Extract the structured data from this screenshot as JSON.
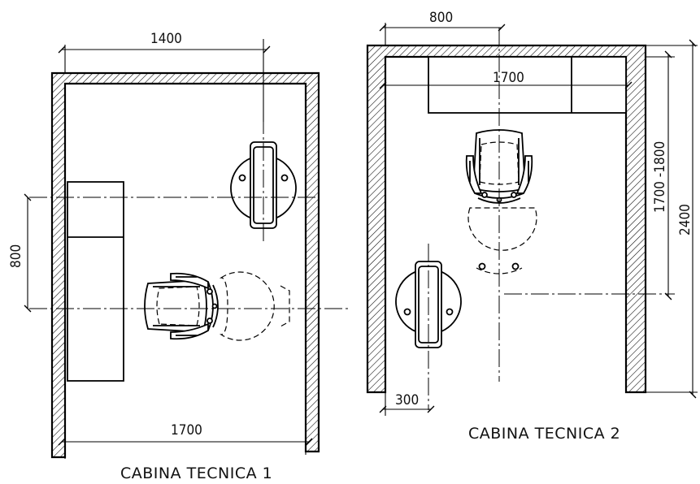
{
  "cabin1": {
    "title": "CABINA TECNICA 1",
    "dim_top": "1400",
    "dim_left": "800",
    "dim_bottom": "1700"
  },
  "cabin2": {
    "title": "CABINA TECNICA 2",
    "dim_top": "800",
    "dim_inner": "1700",
    "dim_right_inner": "1700 -1800",
    "dim_right_outer": "2400",
    "dim_bottom": "300"
  }
}
